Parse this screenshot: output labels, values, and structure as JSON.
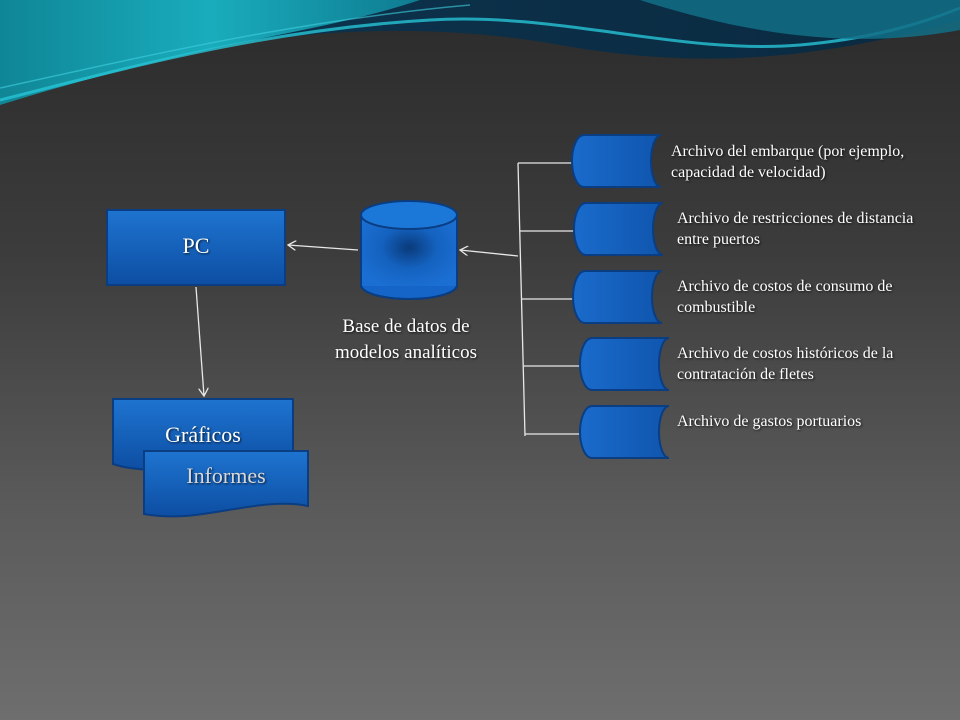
{
  "theme": {
    "box_fill": "#1565c0",
    "box_dark": "#0b3f87",
    "wave_teal": "#1aa3b3",
    "wave_dark": "#0c2f44",
    "connector": "#e8e8e8"
  },
  "nodes": {
    "pc": "PC",
    "database": "Base de datos de modelos analíticos",
    "charts": "Gráficos",
    "reports": "Informes"
  },
  "files": [
    "Archivo del embarque (por ejemplo, capacidad de velocidad)",
    "Archivo de restricciones de distancia entre puertos",
    "Archivo de costos de consumo de combustible",
    "Archivo de  costos históricos de la contratación de fletes",
    "Archivo de gastos portuarios"
  ]
}
